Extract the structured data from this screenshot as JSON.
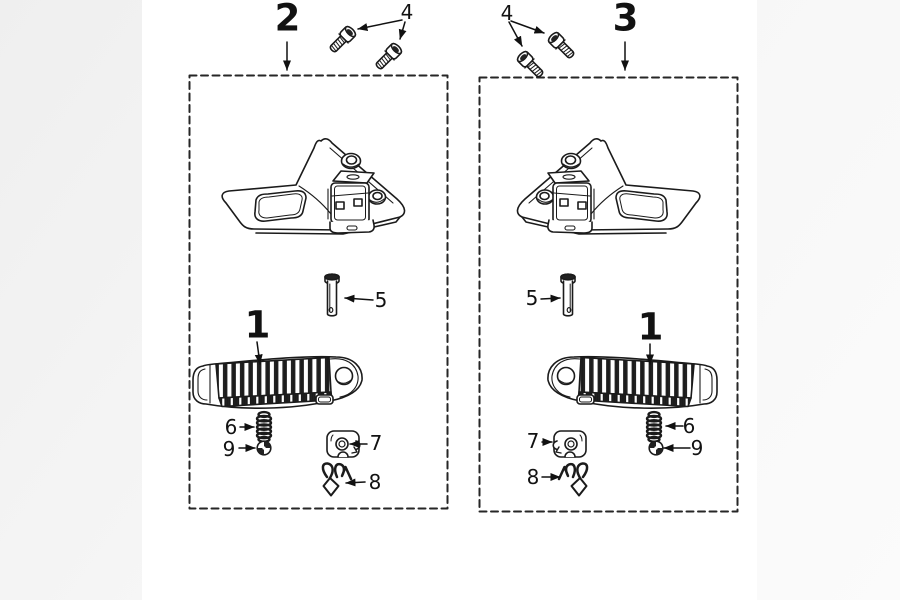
{
  "page": {
    "background_color": "#efefef",
    "paper_color": "#ffffff",
    "line_color": "#1b1b1b"
  },
  "assemblies": {
    "left": {
      "number": "2",
      "callouts": {
        "footpeg": "1",
        "bolts": "4",
        "pin": "5",
        "spring": "6",
        "cam_plate": "7",
        "retainer_clip": "8",
        "ball": "9"
      }
    },
    "right": {
      "number": "3",
      "callouts": {
        "footpeg": "1",
        "bolts": "4",
        "pin": "5",
        "spring": "6",
        "cam_plate": "7",
        "retainer_clip": "8",
        "ball": "9"
      }
    }
  }
}
